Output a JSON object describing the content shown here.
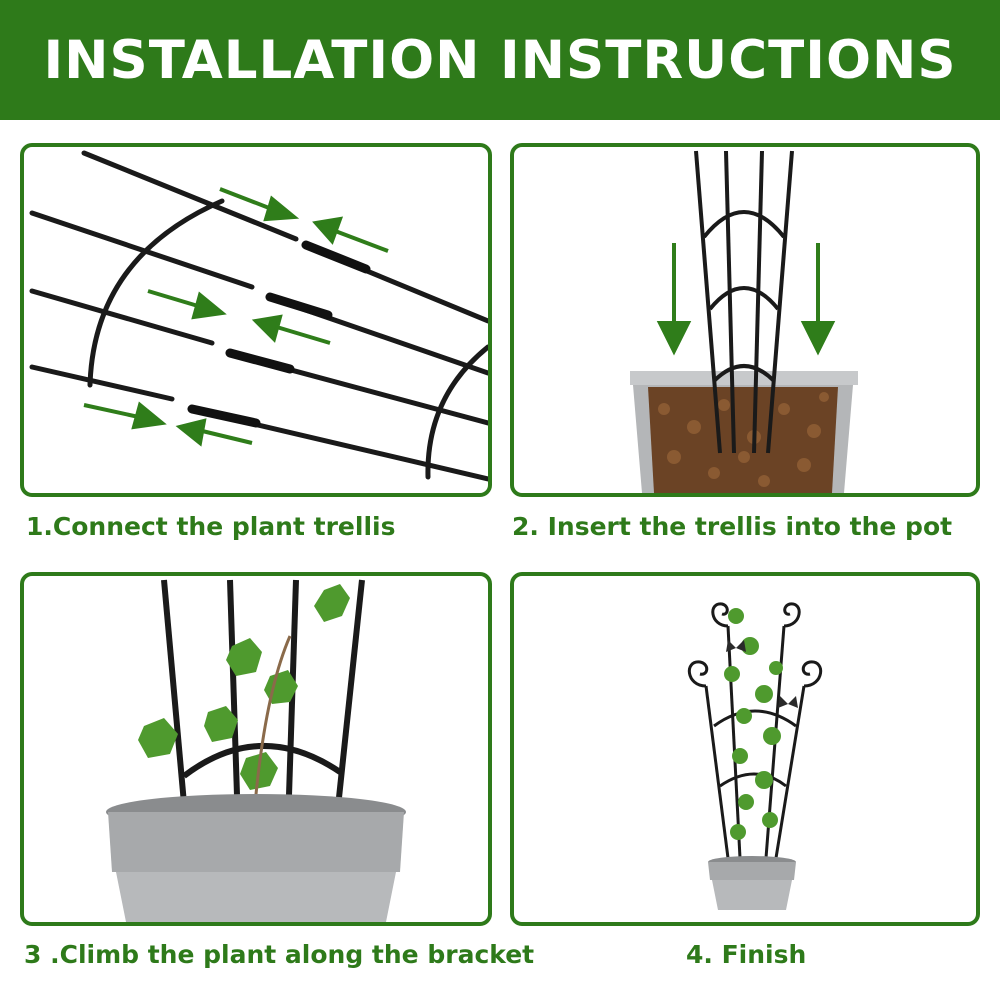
{
  "header": {
    "title": "INSTALLATION INSTRUCTIONS"
  },
  "colors": {
    "brand_green": "#2e7a1a",
    "arrow_green": "#2f7d1a",
    "trellis_black": "#1a1a1a",
    "pot_gray": "#9a9c9e",
    "soil_brown": "#6b4325",
    "leaf_green": "#4f9a2e"
  },
  "steps": [
    {
      "caption": "1.Connect the plant trellis",
      "icons": [
        "trellis-rod-icon",
        "arrow-icon"
      ]
    },
    {
      "caption": "2. Insert the trellis into the pot",
      "icons": [
        "down-arrow-icon",
        "pot-icon"
      ]
    },
    {
      "caption": "3 .Climb the plant along the bracket",
      "icons": [
        "ivy-leaf-icon",
        "pot-icon"
      ]
    },
    {
      "caption": "4. Finish",
      "icons": [
        "trellis-icon",
        "butterfly-icon",
        "pot-icon"
      ]
    }
  ]
}
